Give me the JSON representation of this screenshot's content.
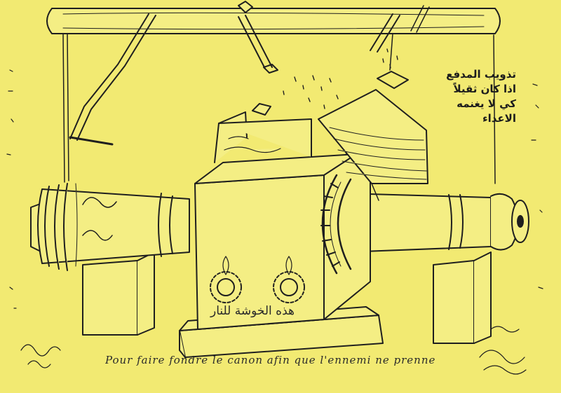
{
  "caption_lines": [
    "تذويب المدفع",
    "اذا كان ثقيلاً",
    "كي لا يغنمه",
    "الاعداء"
  ],
  "box_inscription": "هذه الخوشة للنار",
  "footer_script": "Pour faire fondre le canon afin que l'ennemi ne prenne",
  "colors": {
    "background": "#f2ea72",
    "ink": "#1c1c1c"
  }
}
